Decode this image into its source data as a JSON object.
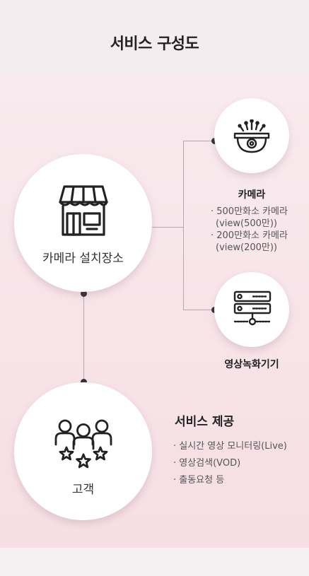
{
  "title": "서비스 구성도",
  "location": {
    "label": "카메라 설치장소",
    "icon": "storefront-icon"
  },
  "camera": {
    "title": "카메라",
    "icon": "cctv-dome-camera-icon",
    "items": [
      "· 500만화소 카메라",
      "(view(500만))",
      "· 200만화소 카메라",
      "(view(200만))"
    ]
  },
  "recorder": {
    "title": "영상녹화기기",
    "icon": "server-recorder-icon"
  },
  "customer": {
    "label": "고객",
    "icon": "customers-stars-icon"
  },
  "service": {
    "title": "서비스 제공",
    "items": [
      "· 실시간 영상 모니터링(Live)",
      "· 영상검색(VOD)",
      "· 출동요청 등"
    ]
  }
}
